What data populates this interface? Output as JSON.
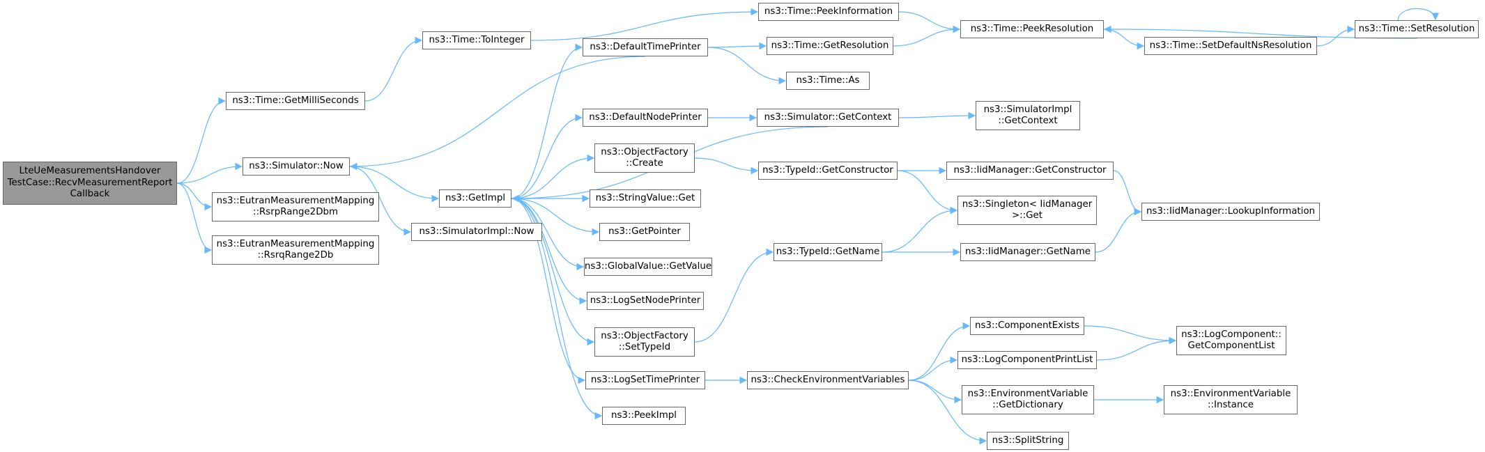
{
  "diagram": {
    "edge_color": "#63b8ff",
    "root_fill": "#999999",
    "node_border": "#666666",
    "nodes": [
      {
        "id": "root",
        "lines": [
          "LteUeMeasurementsHandover",
          "TestCase::RecvMeasurementReport",
          "Callback"
        ],
        "root": true
      },
      {
        "id": "getmillis",
        "lines": [
          "ns3::Time::GetMilliSeconds"
        ]
      },
      {
        "id": "simnow",
        "lines": [
          "ns3::Simulator::Now"
        ]
      },
      {
        "id": "rsrp",
        "lines": [
          "ns3::EutranMeasurementMapping",
          "::RsrpRange2Dbm"
        ]
      },
      {
        "id": "rsrq",
        "lines": [
          "ns3::EutranMeasurementMapping",
          "::RsrqRange2Db"
        ]
      },
      {
        "id": "tointeger",
        "lines": [
          "ns3::Time::ToInteger"
        ]
      },
      {
        "id": "getimpl",
        "lines": [
          "ns3::GetImpl"
        ]
      },
      {
        "id": "simimplnow",
        "lines": [
          "ns3::SimulatorImpl::Now"
        ]
      },
      {
        "id": "peekinfo",
        "lines": [
          "ns3::Time::PeekInformation"
        ]
      },
      {
        "id": "deftimeprinter",
        "lines": [
          "ns3::DefaultTimePrinter"
        ]
      },
      {
        "id": "defnodeprinter",
        "lines": [
          "ns3::DefaultNodePrinter"
        ]
      },
      {
        "id": "ofcreate",
        "lines": [
          "ns3::ObjectFactory",
          "::Create"
        ]
      },
      {
        "id": "strvalget",
        "lines": [
          "ns3::StringValue::Get"
        ]
      },
      {
        "id": "getpointer",
        "lines": [
          "ns3::GetPointer"
        ]
      },
      {
        "id": "gvgetvalue",
        "lines": [
          "ns3::GlobalValue::GetValue"
        ]
      },
      {
        "id": "logsetnode",
        "lines": [
          "ns3::LogSetNodePrinter"
        ]
      },
      {
        "id": "ofsettypeid",
        "lines": [
          "ns3::ObjectFactory",
          "::SetTypeId"
        ]
      },
      {
        "id": "logsettime",
        "lines": [
          "ns3::LogSetTimePrinter"
        ]
      },
      {
        "id": "peekimpl",
        "lines": [
          "ns3::PeekImpl"
        ]
      },
      {
        "id": "getres",
        "lines": [
          "ns3::Time::GetResolution"
        ]
      },
      {
        "id": "timeas",
        "lines": [
          "ns3::Time::As"
        ]
      },
      {
        "id": "simgetctx",
        "lines": [
          "ns3::Simulator::GetContext"
        ]
      },
      {
        "id": "tidgetctor",
        "lines": [
          "ns3::TypeId::GetConstructor"
        ]
      },
      {
        "id": "tidgetname",
        "lines": [
          "ns3::TypeId::GetName"
        ]
      },
      {
        "id": "checkenv",
        "lines": [
          "ns3::CheckEnvironmentVariables"
        ]
      },
      {
        "id": "peekres",
        "lines": [
          "ns3::Time::PeekResolution"
        ]
      },
      {
        "id": "setdefns",
        "lines": [
          "ns3::Time::SetDefaultNsResolution"
        ]
      },
      {
        "id": "setres",
        "lines": [
          "ns3::Time::SetResolution"
        ]
      },
      {
        "id": "simimplctx",
        "lines": [
          "ns3::SimulatorImpl",
          "::GetContext"
        ]
      },
      {
        "id": "iidgetctor",
        "lines": [
          "ns3::IidManager::GetConstructor"
        ]
      },
      {
        "id": "singletonget",
        "lines": [
          "ns3::Singleton< IidManager",
          ">::Get"
        ]
      },
      {
        "id": "iidgetname",
        "lines": [
          "ns3::IidManager::GetName"
        ]
      },
      {
        "id": "iidlookup",
        "lines": [
          "ns3::IidManager::LookupInformation"
        ]
      },
      {
        "id": "compexists",
        "lines": [
          "ns3::ComponentExists"
        ]
      },
      {
        "id": "logcompprint",
        "lines": [
          "ns3::LogComponentPrintList"
        ]
      },
      {
        "id": "envgetdict",
        "lines": [
          "ns3::EnvironmentVariable",
          "::GetDictionary"
        ]
      },
      {
        "id": "splitstring",
        "lines": [
          "ns3::SplitString"
        ]
      },
      {
        "id": "logcompgetlist",
        "lines": [
          "ns3::LogComponent::",
          "GetComponentList"
        ]
      },
      {
        "id": "envinstance",
        "lines": [
          "ns3::EnvironmentVariable",
          "::Instance"
        ]
      }
    ],
    "edges": [
      [
        "root",
        "getmillis"
      ],
      [
        "root",
        "simnow"
      ],
      [
        "root",
        "rsrp"
      ],
      [
        "root",
        "rsrq"
      ],
      [
        "getmillis",
        "tointeger"
      ],
      [
        "tointeger",
        "peekinfo"
      ],
      [
        "peekinfo",
        "peekres"
      ],
      [
        "simnow",
        "getimpl"
      ],
      [
        "simnow",
        "simimplnow"
      ],
      [
        "deftimeprinter",
        "simnow"
      ],
      [
        "getimpl",
        "deftimeprinter"
      ],
      [
        "getimpl",
        "defnodeprinter"
      ],
      [
        "getimpl",
        "ofcreate"
      ],
      [
        "getimpl",
        "strvalget"
      ],
      [
        "getimpl",
        "getpointer"
      ],
      [
        "getimpl",
        "gvgetvalue"
      ],
      [
        "getimpl",
        "logsetnode"
      ],
      [
        "getimpl",
        "ofsettypeid"
      ],
      [
        "getimpl",
        "logsettime"
      ],
      [
        "getimpl",
        "peekimpl"
      ],
      [
        "simgetctx",
        "getimpl"
      ],
      [
        "deftimeprinter",
        "getres"
      ],
      [
        "deftimeprinter",
        "timeas"
      ],
      [
        "getres",
        "peekres"
      ],
      [
        "peekres",
        "setdefns"
      ],
      [
        "setdefns",
        "setres"
      ],
      [
        "setres",
        "peekres"
      ],
      [
        "setres",
        "setres"
      ],
      [
        "defnodeprinter",
        "simgetctx"
      ],
      [
        "simgetctx",
        "simimplctx"
      ],
      [
        "ofcreate",
        "tidgetctor"
      ],
      [
        "tidgetctor",
        "iidgetctor"
      ],
      [
        "tidgetctor",
        "singletonget"
      ],
      [
        "iidgetctor",
        "iidlookup"
      ],
      [
        "ofsettypeid",
        "tidgetname"
      ],
      [
        "tidgetname",
        "singletonget"
      ],
      [
        "tidgetname",
        "iidgetname"
      ],
      [
        "iidgetname",
        "iidlookup"
      ],
      [
        "logsettime",
        "checkenv"
      ],
      [
        "checkenv",
        "compexists"
      ],
      [
        "checkenv",
        "logcompprint"
      ],
      [
        "checkenv",
        "envgetdict"
      ],
      [
        "checkenv",
        "splitstring"
      ],
      [
        "compexists",
        "logcompgetlist"
      ],
      [
        "logcompprint",
        "logcompgetlist"
      ],
      [
        "envgetdict",
        "envinstance"
      ]
    ]
  }
}
